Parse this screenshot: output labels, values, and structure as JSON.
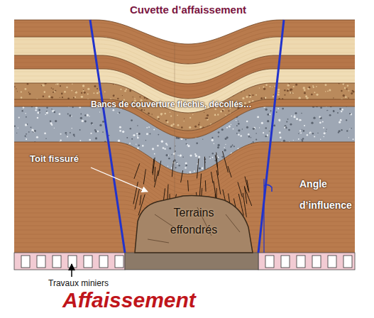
{
  "diagram": {
    "caption": "Affaissement",
    "nodes": [
      {
        "text": [
          "Terrains effondrés"
        ]
      }
    ],
    "labels": [
      "Cuvette d’affaissement",
      "Bancs de couverture fléchis, décollés…",
      "Toit fissuré",
      "Angle d’influence",
      "Travaux miniers"
    ]
  }
}
